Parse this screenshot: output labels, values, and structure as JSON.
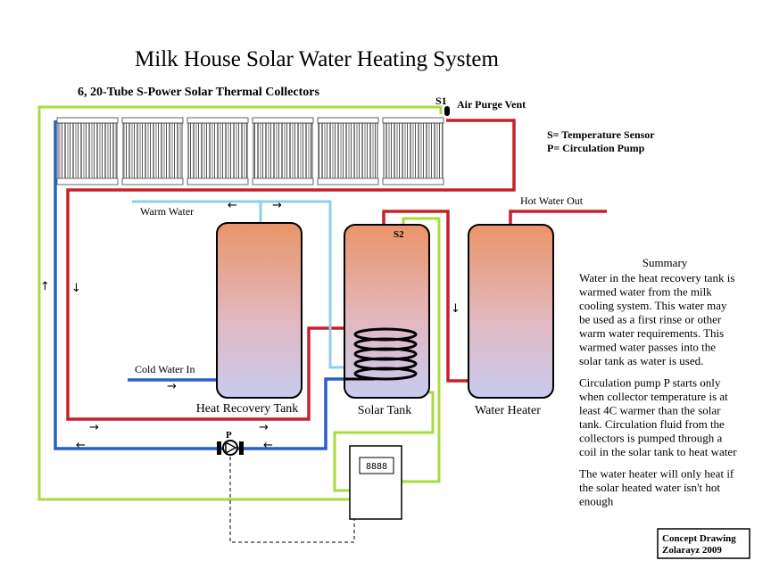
{
  "title": "Milk House Solar Water Heating System",
  "subtitle": "6, 20-Tube S-Power Solar Thermal Collectors",
  "collector_count": 6,
  "sensors": {
    "s1": "S1",
    "s2": "S2"
  },
  "air_purge_vent": "Air Purge Vent",
  "legend": {
    "sensor": "S= Temperature Sensor",
    "pump": "P= Circulation Pump"
  },
  "labels": {
    "warm_water": "Warm Water",
    "cold_water_in": "Cold Water In",
    "hot_water_out": "Hot Water Out",
    "pump": "P",
    "controller_display": "8888"
  },
  "tanks": [
    {
      "name": "Heat Recovery Tank"
    },
    {
      "name": "Solar Tank"
    },
    {
      "name": "Water Heater"
    }
  ],
  "summary": {
    "heading": "Summary",
    "paragraphs": [
      [
        "Water in the heat recovery tank is",
        "warmed water from the milk",
        "cooling system. This water may",
        "be used as a first rinse or other",
        "warm water requirements. This",
        "warmed water passes into the",
        "solar tank as water is used."
      ],
      [
        "Circulation pump P starts only",
        "when collector temperature is at",
        "least 4C warmer than the solar",
        "tank. Circulation fluid from the",
        "collectors is pumped through a",
        "coil in the solar tank to heat water"
      ],
      [
        "The water heater will only heat if",
        "the solar heated water isn't hot",
        "enough"
      ]
    ]
  },
  "credit": {
    "line1": "Concept Drawing",
    "line2": "Zolarayz 2009"
  },
  "colors": {
    "hot": "#c8202a",
    "cold": "#2a5fc8",
    "warm": "#8fd0e4",
    "control": "#a8dc3c",
    "tank_top": "#ea9468",
    "tank_bottom": "#c8cbee"
  }
}
